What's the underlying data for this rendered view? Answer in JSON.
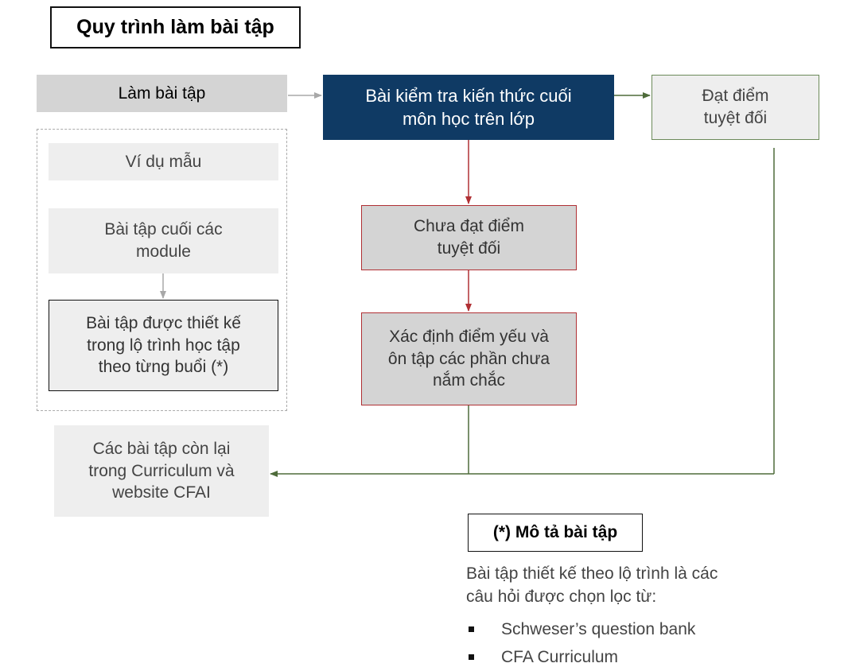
{
  "title": "Quy trình làm bài tập",
  "nodes": {
    "lam_bai_tap": "Làm bài tập",
    "kiem_tra": [
      "Bài kiểm tra kiến thức cuối",
      "môn học trên lớp"
    ],
    "dat_diem": [
      "Đạt điểm",
      "tuyệt đối"
    ],
    "vi_du_mau": "Ví dụ mẫu",
    "bai_tap_cuoi_module": [
      "Bài tập cuối các",
      "module"
    ],
    "bai_tap_thiet_ke": [
      "Bài tập được thiết kế",
      "trong lộ trình học tập",
      "theo từng buổi (*)"
    ],
    "chua_dat": [
      "Chưa đạt điểm",
      "tuyệt đối"
    ],
    "xac_dinh": [
      "Xác định điểm yếu và",
      "ôn tập các phần chưa",
      "nắm chắc"
    ],
    "con_lai": [
      "Các bài tập còn lại",
      "trong Curriculum và",
      "website CFAI"
    ]
  },
  "note": {
    "title": "(*) Mô tả bài tập",
    "text": [
      "Bài tập thiết kế theo lộ trình là các",
      "câu hỏi được chọn lọc từ:"
    ],
    "bullets": [
      "Schweser’s question bank",
      "CFA Curriculum"
    ]
  },
  "colors": {
    "navy": "#0f3a64",
    "red_line": "#b03034",
    "green_line": "#4e6b3a",
    "grey_line": "#aaaaaa"
  }
}
